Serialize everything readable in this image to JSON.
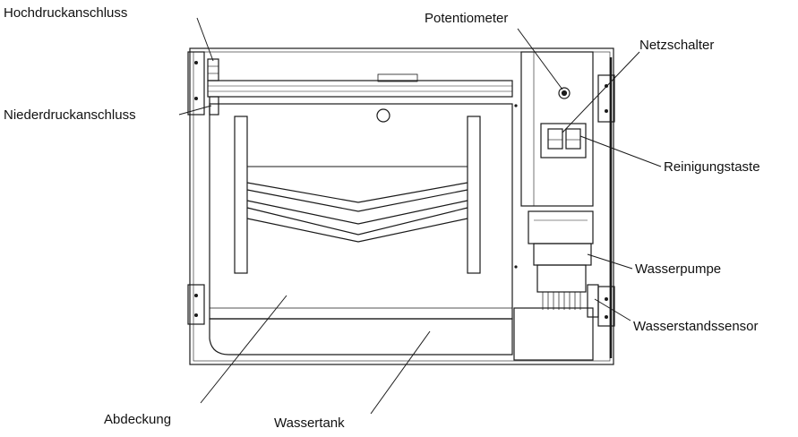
{
  "diagram": {
    "colors": {
      "line": "#1a1a1a",
      "background": "#ffffff",
      "shade": "#d9d9d9"
    },
    "labels": {
      "hochdruck": "Hochdruckanschluss",
      "niederdruck": "Niederdruckanschluss",
      "potentiometer": "Potentiometer",
      "netzschalter": "Netzschalter",
      "reinigungstaste": "Reinigungstaste",
      "wasserpumpe": "Wasserpumpe",
      "wasserstandssensor": "Wasserstandssensor",
      "abdeckung": "Abdeckung",
      "wassertank": "Wassertank"
    }
  }
}
